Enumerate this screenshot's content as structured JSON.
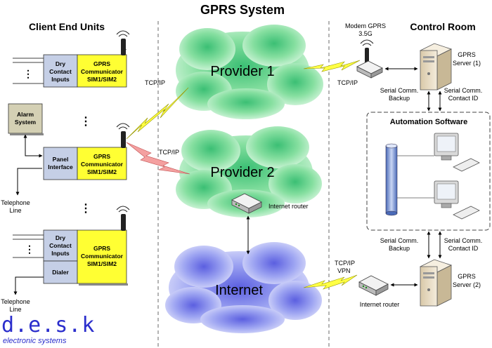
{
  "title": "GPRS System",
  "sections": {
    "client": "Client End Units",
    "control": "Control Room",
    "automation": "Automation Software"
  },
  "units": {
    "dry_contact": [
      "Dry",
      "Contact",
      "Inputs"
    ],
    "gprs": [
      "GPRS",
      "Communicator",
      "SIM1/SIM2"
    ],
    "alarm": [
      "Alarm",
      "System"
    ],
    "panel": [
      "Panel",
      "Interface"
    ],
    "dialer": "Dialer",
    "telephone": [
      "Telephone",
      "Line"
    ]
  },
  "clouds": {
    "provider1": "Provider 1",
    "provider2": "Provider 2",
    "internet": "Internet"
  },
  "labels": {
    "tcpip": "TCP/IP",
    "vpn": "VPN",
    "modem": [
      "Modem GPRS",
      "3.5G"
    ],
    "router": "Internet router",
    "server1": [
      "GPRS",
      "Server (1)"
    ],
    "server2": [
      "GPRS",
      "Server (2)"
    ],
    "serial_backup": [
      "Serial Comm.",
      "Backup"
    ],
    "serial_contact": [
      "Serial Comm.",
      "Contact ID"
    ]
  },
  "logo": {
    "brand": "d.e.s.k",
    "tagline": "electronic systems"
  },
  "colors": {
    "gprs_box": "#ffff33",
    "input_box": "#c5cfe6",
    "alarm_box": "#d4d0b4",
    "cloud_green": "#8fe3a6",
    "cloud_blue": "#9fa6f2",
    "bolt": "#ffff44",
    "bolt_red": "#f4a0a0",
    "logo": "#2b2ecc"
  }
}
